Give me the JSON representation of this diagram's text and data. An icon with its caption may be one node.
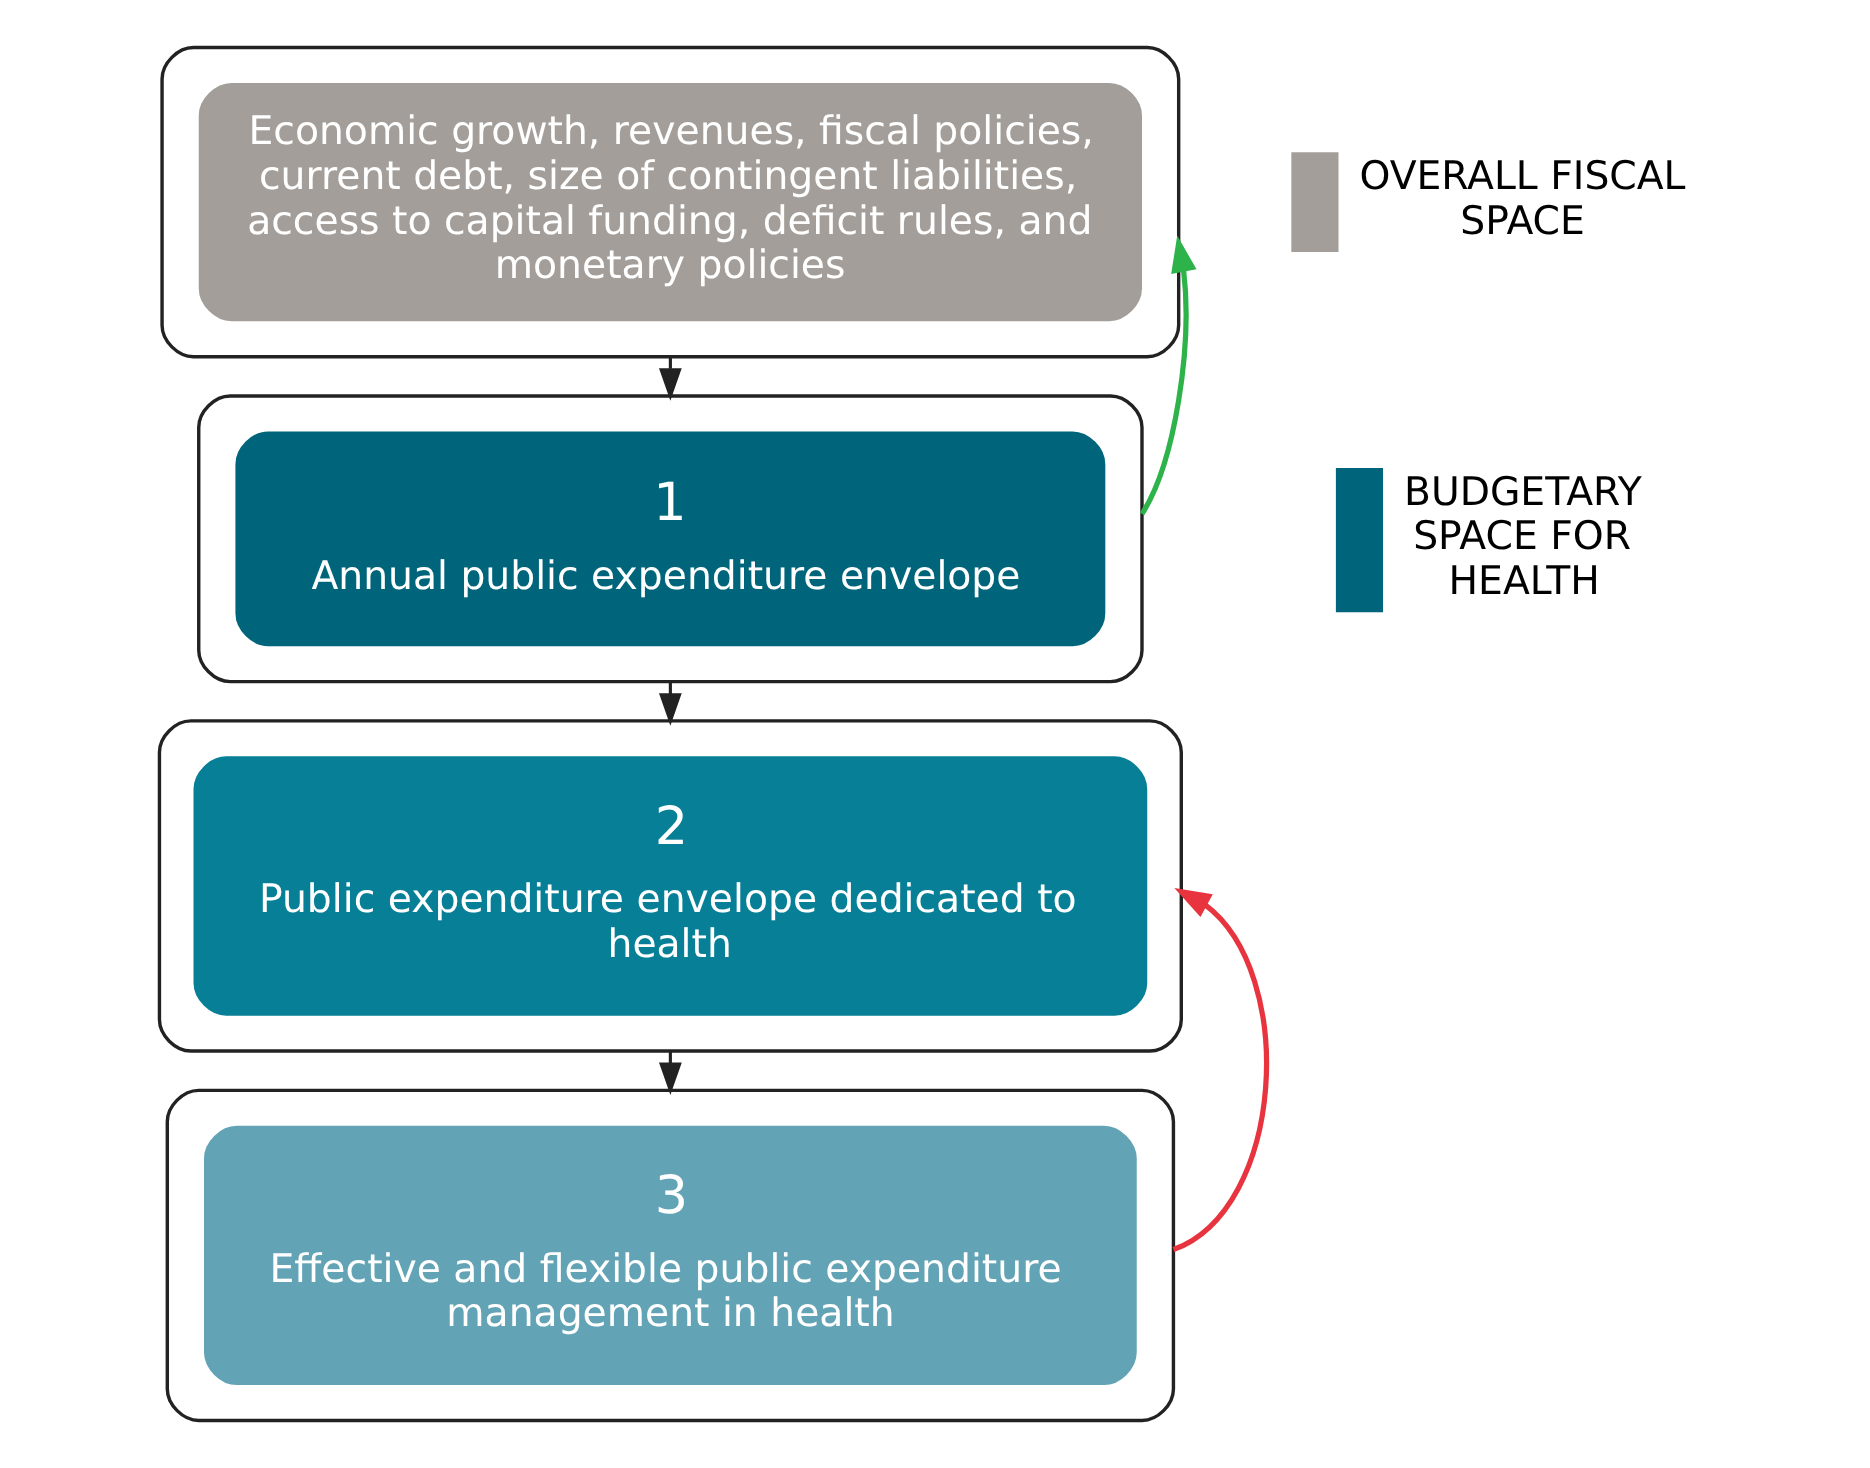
{
  "diagram": {
    "nodes": [
      {
        "text": [],
        "shape": "box"
      },
      {
        "text": [
          "Economic growth, revenues, fiscal policies, current debt, size of contingent liabilities, access to capital funding, deficit rules, and monetary policies"
        ],
        "in": 0
      },
      {
        "text": [],
        "shape": "box"
      },
      {
        "text": [
          "1",
          "Annual public expenditure envelope"
        ],
        "in": 2
      },
      {
        "text": [],
        "shape": "box"
      },
      {
        "text": [
          "2",
          "Public expenditure envelope dedicated to health"
        ],
        "in": 4
      },
      {
        "text": [],
        "shape": "box"
      },
      {
        "text": [
          "3",
          "Effective and flexible public expenditure management in health"
        ],
        "in": 6
      }
    ],
    "edges": [
      {
        "from": 0,
        "to": 2,
        "arrow": "to"
      },
      {
        "from": 2,
        "to": 4,
        "arrow": "to"
      },
      {
        "from": 4,
        "to": 6,
        "arrow": "to"
      },
      {
        "from": 2,
        "to": 0,
        "arrow": "to",
        "color": "#2db34a"
      },
      {
        "from": 6,
        "to": 4,
        "arrow": "to",
        "color": "#e8343f"
      }
    ],
    "legend": [
      {
        "text": "OVERALL FISCAL SPACE",
        "color": "#a39e99"
      },
      {
        "text": "BUDGETARY SPACE FOR HEALTH",
        "color": "#00657b"
      }
    ]
  }
}
